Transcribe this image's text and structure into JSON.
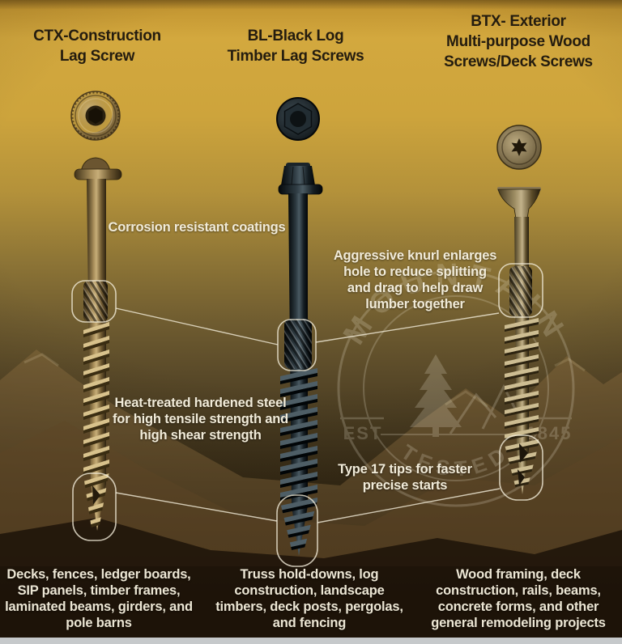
{
  "products": [
    {
      "id": "ctx",
      "title_lines": [
        "CTX-Construction",
        "Lag Screw"
      ],
      "uses_lines": [
        "Decks, fences, ledger boards,",
        "SIP panels, timber frames,",
        "laminated beams, girders, and",
        "pole barns"
      ]
    },
    {
      "id": "bl",
      "title_lines": [
        "BL-Black Log",
        "Timber Lag Screws"
      ],
      "uses_lines": [
        "Truss hold-downs, log",
        "construction, landscape",
        "timbers, deck posts, pergolas,",
        "and fencing"
      ]
    },
    {
      "id": "btx",
      "title_lines": [
        "BTX- Exterior",
        "Multi-purpose Wood",
        "Screws/Deck Screws"
      ],
      "uses_lines": [
        "Wood framing, deck",
        "construction, rails, beams,",
        "concrete forms, and other",
        "general remodeling projects"
      ]
    }
  ],
  "callouts": {
    "corrosion_lines": [
      "Corrosion resistant coatings"
    ],
    "knurl_lines": [
      "Aggressive knurl enlarges",
      "hole to reduce splitting",
      "and drag to help draw",
      "lumber together"
    ],
    "heat_lines": [
      "Heat-treated hardened steel",
      "for high tensile strength and",
      "high shear strength"
    ],
    "tips_lines": [
      "Type 17 tips for faster",
      "precise starts"
    ]
  },
  "watermark": {
    "arc_top": "MOUNTAIN",
    "est_label": "EST",
    "year": "1845",
    "arc_bottom": "TESTED"
  },
  "colors": {
    "background_top": "#d3a83e",
    "background_bottom": "#1a1108",
    "title_text": "#241c0f",
    "callout_text": "#f1ebd9",
    "callout_stroke": "#f3ecd9",
    "screw_bronze": "#8a7344",
    "screw_black": "#161d21",
    "screw_steel": "#9a8a68"
  }
}
